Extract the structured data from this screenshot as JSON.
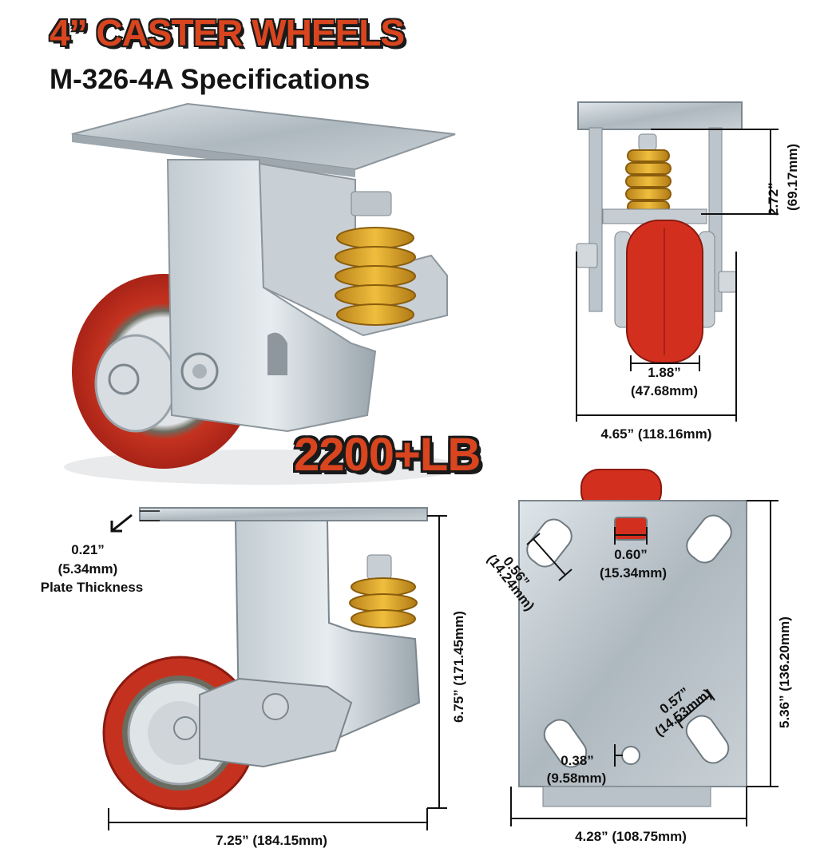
{
  "header": {
    "title": "4” CASTER WHEELS",
    "subtitle": "M-326-4A Specifications"
  },
  "badge": {
    "capacity": "2200+LB"
  },
  "colors": {
    "accent": "#d9451f",
    "wheel": "#d32f1f",
    "spring": "#d9a227",
    "steel": "#b9c2c8"
  },
  "dimensions": {
    "spring_height_in": "2.72”",
    "spring_height_mm": "(69.17mm)",
    "wheel_width_in": "1.88”",
    "wheel_width_mm": "(47.68mm)",
    "overall_width_in_mm": "4.65” (118.16mm)",
    "plate_thickness_in": "0.21”",
    "plate_thickness_mm": "(5.34mm)",
    "plate_thickness_label": "Plate Thickness",
    "overall_height": "6.75” (171.45mm)",
    "overall_length": "7.25” (184.15mm)",
    "slot_a_in": "0.56”",
    "slot_a_mm": "(14.24mm)",
    "slot_b_in": "0.60”",
    "slot_b_mm": "(15.34mm)",
    "slot_c_in": "0.57”",
    "slot_c_mm": "(14.53mm)",
    "slot_d_in": "0.38”",
    "slot_d_mm": "(9.58mm)",
    "plate_length": "5.36” (136.20mm)",
    "plate_width": "4.28” (108.75mm)"
  },
  "icons": [
    "caster-side-photo",
    "caster-front-view",
    "caster-side-view",
    "top-plate-view",
    "arrow-icon"
  ]
}
